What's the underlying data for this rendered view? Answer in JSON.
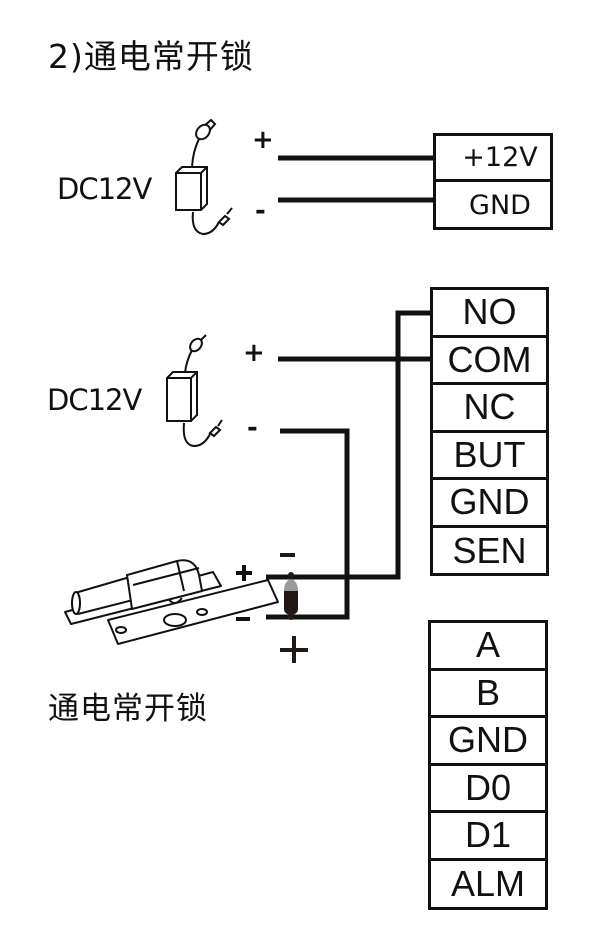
{
  "title": "2)通电常开锁",
  "power_supply_top": {
    "label": "DC12V",
    "plus": "+",
    "minus": "-"
  },
  "power_terminal": {
    "rows": [
      "+12V",
      "GND"
    ]
  },
  "power_supply_bottom": {
    "label": "DC12V",
    "plus": "+",
    "minus": "-"
  },
  "relay_terminal": {
    "rows": [
      "NO",
      "COM",
      "NC",
      "BUT",
      "GND",
      "SEN"
    ]
  },
  "lock": {
    "caption": "通电常开锁",
    "plus": "+",
    "minus": "-"
  },
  "diode": {
    "top_sign": "-",
    "bottom_sign": "+",
    "colors": {
      "cathode": "#9a9a9a",
      "body": "#231815"
    }
  },
  "bus_terminal": {
    "rows": [
      "A",
      "B",
      "GND",
      "D0",
      "D1",
      "ALM"
    ]
  },
  "colors": {
    "line": "#111111",
    "background": "#ffffff"
  }
}
